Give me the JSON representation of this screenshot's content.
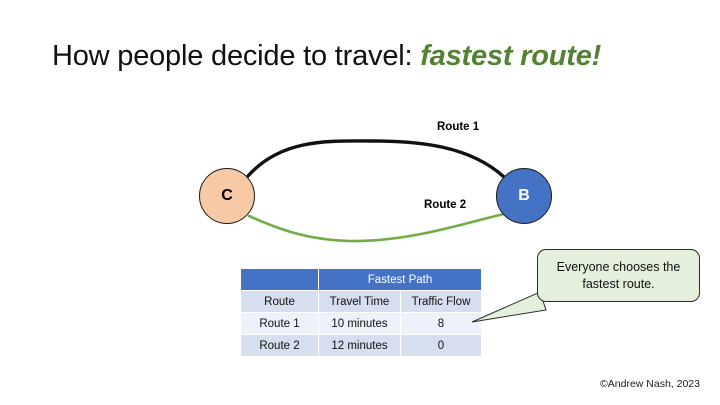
{
  "slide": {
    "title_prefix": "How people decide to travel: ",
    "title_accent": "fastest route!",
    "copyright": "©Andrew Nash, 2023",
    "background_color": "#FFFFFF"
  },
  "diagram": {
    "nodes": [
      {
        "id": "C",
        "label": "C",
        "fill": "#F7C9A4",
        "text_color": "#000000"
      },
      {
        "id": "B",
        "label": "B",
        "fill": "#4472C4",
        "text_color": "#FFFFFF"
      }
    ],
    "edges": [
      {
        "label": "Route 1",
        "color": "#111111",
        "shape": "arc-above"
      },
      {
        "label": "Route 2",
        "color": "#70AD47",
        "shape": "arc-below"
      }
    ]
  },
  "table": {
    "group_header": "Fastest Path",
    "columns": [
      "Route",
      "Travel Time",
      "Traffic Flow"
    ],
    "rows": [
      {
        "route": "Route 1",
        "travel_time": "10 minutes",
        "traffic_flow": "8"
      },
      {
        "route": "Route 2",
        "travel_time": "12 minutes",
        "traffic_flow": "0"
      }
    ],
    "header_color": "#4472C4",
    "band_color": "#D6DEEF",
    "alt_band_color": "#EDF1F9"
  },
  "callout": {
    "text": "Everyone chooses the fastest route.",
    "fill": "#E4EFDC",
    "border": "#2C2C2C"
  }
}
